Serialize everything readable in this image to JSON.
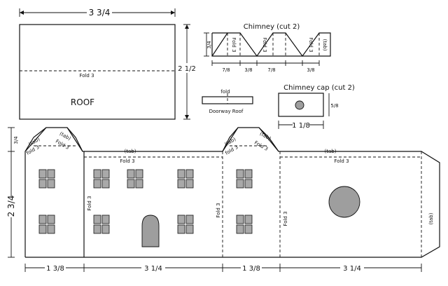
{
  "roof": {
    "width_label": "3 3/4",
    "height_label": "2 1/2",
    "fold_label": "Fold 3",
    "name_label": "ROOF"
  },
  "chimney": {
    "title": "Chimney (cut 2)",
    "height_label": "3/4",
    "fold_labels": [
      "Fold 3",
      "Fold 3",
      "Fold 3"
    ],
    "tab_label": "(tab)",
    "dims": [
      "7/8",
      "3/8",
      "7/8",
      "3/8"
    ]
  },
  "doorway_roof": {
    "fold_label": "fold",
    "name_label": "Doorway Roof"
  },
  "chimney_cap": {
    "title": "Chimney cap (cut 2)",
    "width_label": "1 1/8",
    "height_label": "5/8"
  },
  "house": {
    "wall_height_label": "2 3/4",
    "eave_label": "3/4",
    "tab_labels": [
      "(tab)",
      "(tab)",
      "(tab)",
      "(tab)",
      "(tab)",
      "(tab)",
      "(tab)"
    ],
    "fold_labels": [
      "fold 3",
      "Fold 3",
      "Fold 3",
      "Fold 3",
      "Fold 3",
      "fold 3",
      "Fold 3",
      "Fold 3",
      "Fold 3"
    ],
    "bottom_dims": [
      "1 3/8",
      "3 1/4",
      "1 3/8",
      "3 1/4"
    ]
  }
}
